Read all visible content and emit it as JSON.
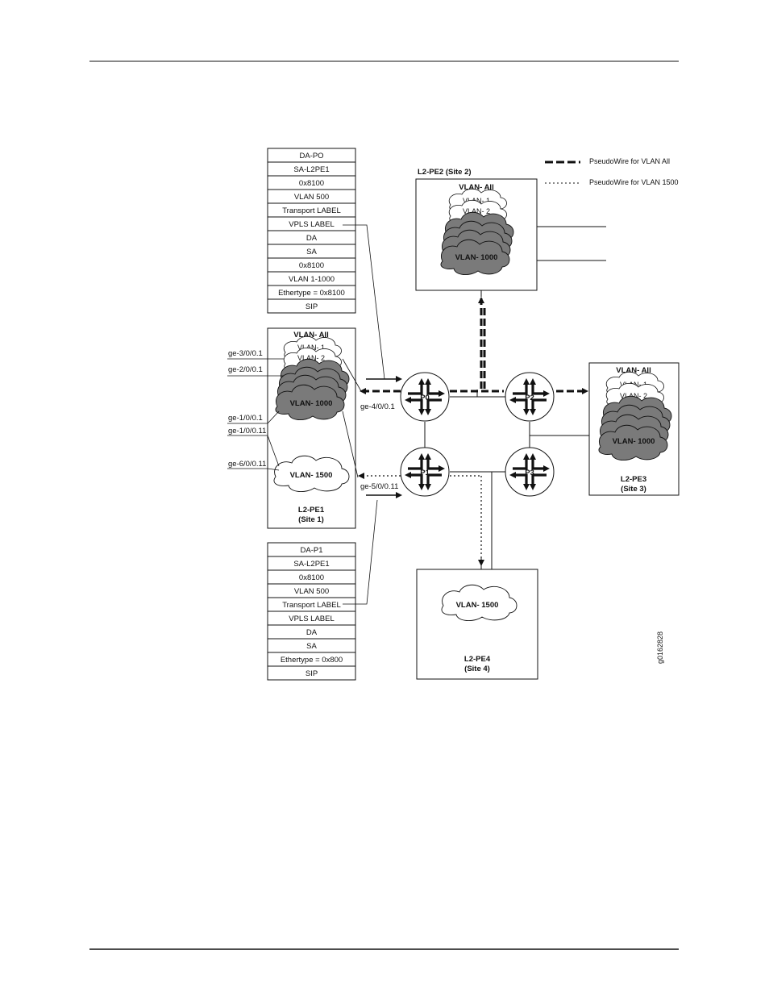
{
  "legend": {
    "pw_all": "PseudoWire for VLAN All",
    "pw_1500": "PseudoWire for VLAN 1500"
  },
  "header_stack": [
    "DA-PO",
    "SA-L2PE1",
    "0x8100",
    "VLAN 500",
    "Transport LABEL",
    "VPLS LABEL",
    "DA",
    "SA",
    "0x8100",
    "VLAN 1-1000",
    "Ethertype = 0x8100",
    "SIP"
  ],
  "bottom_stack": [
    "DA-P1",
    "SA-L2PE1",
    "0x8100",
    "VLAN 500",
    "Transport LABEL",
    "VPLS LABEL",
    "DA",
    "SA",
    "Ethertype = 0x800",
    "SIP"
  ],
  "pe1": {
    "vlan_all": "VLAN- All",
    "vlan1": "VLAN- 1",
    "vlan2": "VLAN- 2",
    "vlan1000": "VLAN- 1000",
    "vlan1500": "VLAN- 1500",
    "name": "L2-PE1",
    "site": "(Site 1)"
  },
  "pe2": {
    "title": "L2-PE2 (Site 2)",
    "vlan_all": "VLAN- All",
    "vlan1": "VLAN- 1",
    "vlan2": "VLAN- 2",
    "vlan1000": "VLAN- 1000"
  },
  "pe3": {
    "vlan_all": "VLAN- All",
    "vlan1": "VLAN- 1",
    "vlan2": "VLAN- 2",
    "vlan1000": "VLAN- 1000",
    "name": "L2-PE3",
    "site": "(Site 3)"
  },
  "pe4": {
    "vlan1500": "VLAN- 1500",
    "name": "L2-PE4",
    "site": "(Site 4)"
  },
  "routers": {
    "p0": "P0",
    "p1": "P1",
    "p2": "P2",
    "p3": "P3"
  },
  "interfaces": {
    "ge_3": "ge-3/0/0.1",
    "ge_2": "ge-2/0/0.1",
    "ge_1a": "ge-1/0/0.1",
    "ge_1b": "ge-1/0/0.11",
    "ge_6": "ge-6/0/0.11",
    "ge_4": "ge-4/0/0.1",
    "ge_5": "ge-5/0/0.11"
  },
  "figure_id": "g0162828"
}
